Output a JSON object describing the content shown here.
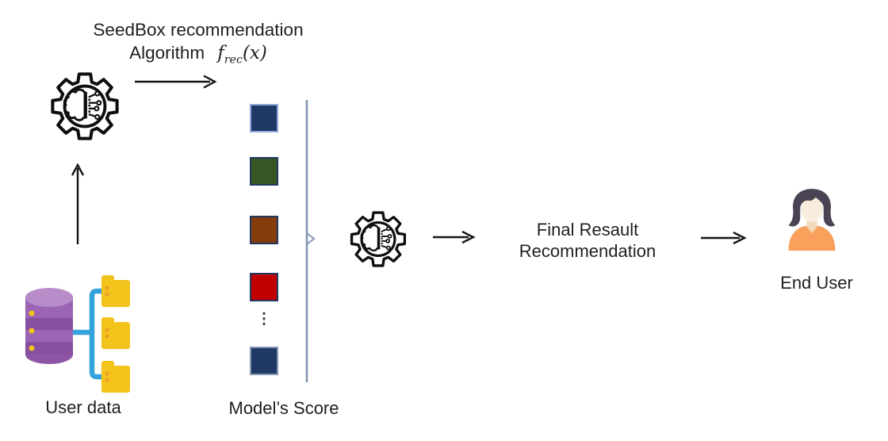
{
  "header": {
    "title_line1": "SeedBox recommendation",
    "title_line2": "Algorithm",
    "formula": {
      "name": "f",
      "subscript": "rec",
      "argument": "(x)"
    }
  },
  "flow": {
    "user_data_label": "User data",
    "models_score_label": "Model’s Score",
    "final_result_line1": "Final Resault",
    "final_result_line2": "Recommendation",
    "end_user_label": "End User"
  },
  "score_column": {
    "squares": [
      {
        "fill": "#1F3864",
        "border": "#8FAADC"
      },
      {
        "fill": "#375623",
        "border": "#1F3864"
      },
      {
        "fill": "#843C0C",
        "border": "#1F3864"
      },
      {
        "fill": "#C00000",
        "border": "#1F3864"
      },
      {
        "fill": "#1F3864",
        "border": "#8496B0"
      }
    ],
    "ellipsis": "⋮"
  },
  "icons": {
    "algorithm": "brain-gear-icon",
    "aggregator": "brain-gear-icon",
    "user_data": "database-folders-icon",
    "end_user": "woman-avatar-icon"
  },
  "css_vars": {
    "--canvas-bg": "#FFFFFF",
    "--text": "#1F1F1F",
    "--arrow": "#151515",
    "--icon-stroke": "#0E0E0E",
    "--brace": "#8496B0",
    "--db-top": "#B78CC9",
    "--db-body": "#9C64B4",
    "--db-band": "#874FA0",
    "--db-cap": "#8E55A6",
    "--db-dot": "#F0C419",
    "--connector": "#35A3DB",
    "--folder": "#F2C31B",
    "--folder-dot": "#ED9D2B",
    "--hair": "#4A4353",
    "--face": "#F8EDDD",
    "--neck": "#F2DBBC",
    "--shirt": "#F9A15C",
    "--collar": "#FBB377"
  }
}
